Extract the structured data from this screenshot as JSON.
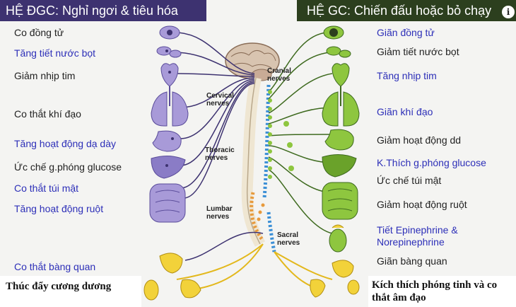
{
  "header_left": "HỆ ĐGC: Nghỉ ngơi & tiêu hóa",
  "header_right": "HỆ GC: Chiến đấu hoặc bỏ chạy",
  "info_icon": "i",
  "left_labels": [
    "Co đồng tử",
    "Tăng tiết nước bọt",
    "Giảm nhịp tim",
    "Co thắt khí đạo",
    "Tăng hoạt động dạ dày",
    "Ức chế g.phóng glucose",
    "Co thắt túi mật",
    "Tăng hoạt động ruột",
    "Co thắt bàng quan"
  ],
  "right_labels": [
    "Giãn đồng tử",
    "Giảm tiết nước bọt",
    "Tăng nhịp tim",
    "Giãn khí đạo",
    "Giảm hoạt động dd",
    "K.Thích g.phóng glucose",
    "Ức chế túi mật",
    "Giảm hoạt động ruột",
    "Tiết Epinephrine &",
    "Norepinephrine",
    "Giãn bàng quan"
  ],
  "spine_labels": {
    "cranial_1": "Cranial",
    "cranial_2": "nerves",
    "cervical_1": "Cervical",
    "cervical_2": "nerves",
    "thoracic_1": "Thoracic",
    "thoracic_2": "nerves",
    "lumbar_1": "Lumbar",
    "lumbar_2": "nerves",
    "sacral_1": "Sacral",
    "sacral_2": "nerves"
  },
  "footer_left": "Thúc đẩy cương dương",
  "footer_right_1": "Kích thích phóng tinh và co",
  "footer_right_2": "thắt âm đạo",
  "colors": {
    "parasympathetic": "#3d3270",
    "sympathetic": "#2c3f1e",
    "label_blue": "#2d2fb8",
    "organ_purple": "#a89ad8",
    "organ_green": "#8ec63f",
    "organ_yellow": "#f2d23a"
  }
}
